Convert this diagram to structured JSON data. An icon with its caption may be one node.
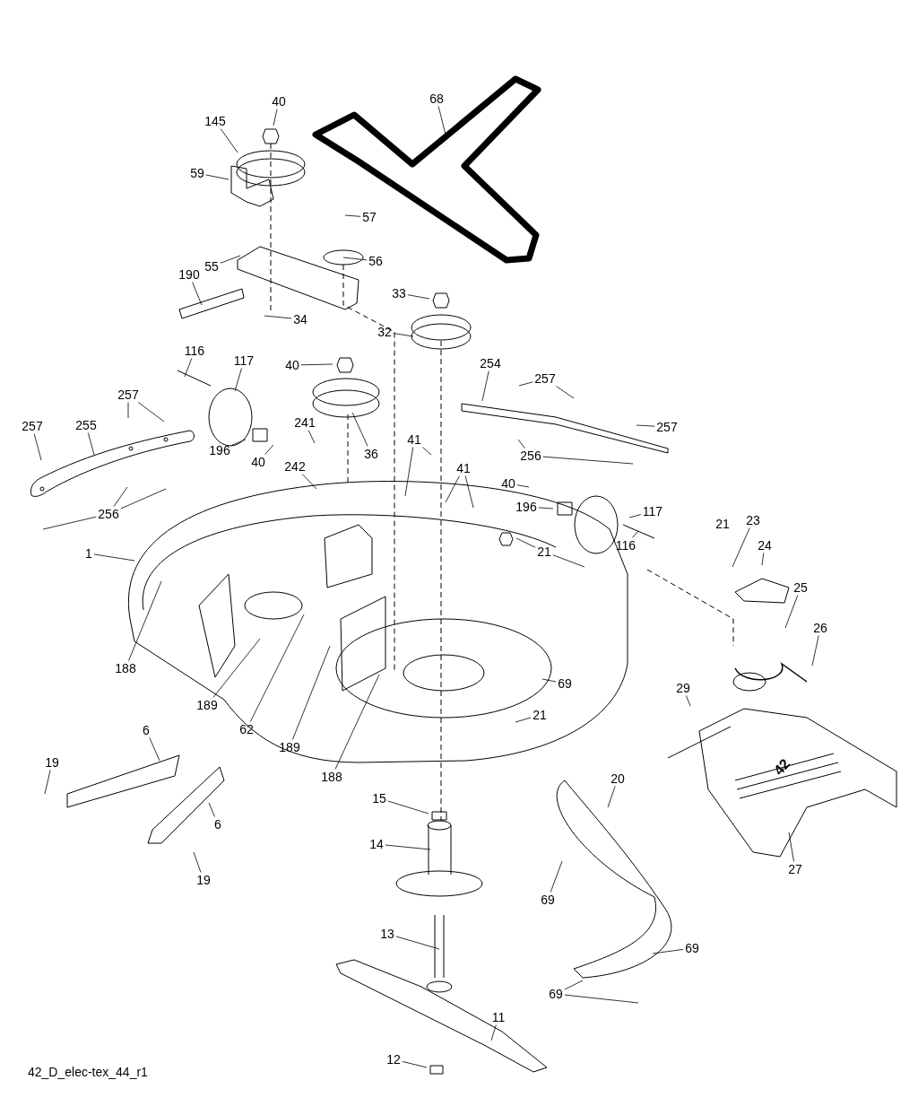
{
  "diagram": {
    "nodes": [
      {
        "text": [
          "40"
        ]
      },
      {
        "text": [
          "145"
        ]
      },
      {
        "text": [
          "68"
        ]
      },
      {
        "text": [
          "59"
        ]
      },
      {
        "text": [
          "57"
        ]
      },
      {
        "text": [
          "55"
        ]
      },
      {
        "text": [
          "56"
        ]
      },
      {
        "text": [
          "33"
        ]
      },
      {
        "text": [
          "190"
        ]
      },
      {
        "text": [
          "34"
        ]
      },
      {
        "text": [
          "32"
        ]
      },
      {
        "text": [
          "254"
        ]
      },
      {
        "text": [
          "116"
        ]
      },
      {
        "text": [
          "117"
        ]
      },
      {
        "text": [
          "40"
        ]
      },
      {
        "text": [
          "257"
        ]
      },
      {
        "text": [
          "257"
        ]
      },
      {
        "text": [
          "257"
        ]
      },
      {
        "text": [
          "255"
        ]
      },
      {
        "text": [
          "257"
        ]
      },
      {
        "text": [
          "241"
        ]
      },
      {
        "text": [
          "196"
        ]
      },
      {
        "text": [
          "40"
        ]
      },
      {
        "text": [
          "36"
        ]
      },
      {
        "text": [
          "41"
        ]
      },
      {
        "text": [
          "256"
        ]
      },
      {
        "text": [
          "41"
        ]
      },
      {
        "text": [
          "242"
        ]
      },
      {
        "text": [
          "256"
        ]
      },
      {
        "text": [
          "40"
        ]
      },
      {
        "text": [
          "196"
        ]
      },
      {
        "text": [
          "117"
        ]
      },
      {
        "text": [
          "116"
        ]
      },
      {
        "text": [
          "21"
        ]
      },
      {
        "text": [
          "23"
        ]
      },
      {
        "text": [
          "1"
        ]
      },
      {
        "text": [
          "21"
        ]
      },
      {
        "text": [
          "24"
        ]
      },
      {
        "text": [
          "25"
        ]
      },
      {
        "text": [
          "26"
        ]
      },
      {
        "text": [
          "188"
        ]
      },
      {
        "text": [
          "69"
        ]
      },
      {
        "text": [
          "29"
        ]
      },
      {
        "text": [
          "189"
        ]
      },
      {
        "text": [
          "62"
        ]
      },
      {
        "text": [
          "21"
        ]
      },
      {
        "text": [
          "189"
        ]
      },
      {
        "text": [
          "188"
        ]
      },
      {
        "text": [
          "6"
        ]
      },
      {
        "text": [
          "20"
        ]
      },
      {
        "text": [
          "19"
        ]
      },
      {
        "text": [
          "6"
        ]
      },
      {
        "text": [
          "27"
        ]
      },
      {
        "text": [
          "15"
        ]
      },
      {
        "text": [
          "14"
        ]
      },
      {
        "text": [
          "69"
        ]
      },
      {
        "text": [
          "19"
        ]
      },
      {
        "text": [
          "13"
        ]
      },
      {
        "text": [
          "69"
        ]
      },
      {
        "text": [
          "69"
        ]
      },
      {
        "text": [
          "11"
        ]
      },
      {
        "text": [
          "12"
        ]
      }
    ],
    "edges": [
      {
        "from": 0,
        "to": null,
        "arrow": "none"
      },
      {
        "from": 1,
        "to": null,
        "arrow": "none"
      },
      {
        "from": 2,
        "to": null,
        "arrow": "none"
      },
      {
        "from": 3,
        "to": null,
        "arrow": "none"
      },
      {
        "from": 4,
        "to": null,
        "arrow": "none"
      },
      {
        "from": 5,
        "to": null,
        "arrow": "none"
      },
      {
        "from": 6,
        "to": null,
        "arrow": "none"
      },
      {
        "from": 7,
        "to": null,
        "arrow": "none"
      },
      {
        "from": 8,
        "to": null,
        "arrow": "none"
      },
      {
        "from": 9,
        "to": null,
        "arrow": "none"
      },
      {
        "from": 10,
        "to": null,
        "arrow": "none"
      },
      {
        "from": 11,
        "to": null,
        "arrow": "none"
      },
      {
        "from": 12,
        "to": null,
        "arrow": "none"
      },
      {
        "from": 13,
        "to": null,
        "arrow": "none"
      },
      {
        "from": 14,
        "to": null,
        "arrow": "none"
      },
      {
        "from": 15,
        "to": null,
        "arrow": "none"
      },
      {
        "from": 15,
        "to": null,
        "arrow": "none"
      },
      {
        "from": 16,
        "to": null,
        "arrow": "none"
      },
      {
        "from": 16,
        "to": null,
        "arrow": "none"
      },
      {
        "from": 17,
        "to": null,
        "arrow": "none"
      },
      {
        "from": 18,
        "to": null,
        "arrow": "none"
      },
      {
        "from": 19,
        "to": null,
        "arrow": "none"
      },
      {
        "from": 20,
        "to": null,
        "arrow": "none"
      },
      {
        "from": 21,
        "to": null,
        "arrow": "none"
      },
      {
        "from": 22,
        "to": null,
        "arrow": "none"
      },
      {
        "from": 23,
        "to": null,
        "arrow": "none"
      },
      {
        "from": 24,
        "to": null,
        "arrow": "none"
      },
      {
        "from": 24,
        "to": null,
        "arrow": "none"
      },
      {
        "from": 25,
        "to": null,
        "arrow": "none"
      },
      {
        "from": 25,
        "to": null,
        "arrow": "none"
      },
      {
        "from": 26,
        "to": null,
        "arrow": "none"
      },
      {
        "from": 26,
        "to": null,
        "arrow": "none"
      },
      {
        "from": 27,
        "to": null,
        "arrow": "none"
      },
      {
        "from": 28,
        "to": null,
        "arrow": "none"
      },
      {
        "from": 28,
        "to": null,
        "arrow": "none"
      },
      {
        "from": 28,
        "to": null,
        "arrow": "none"
      },
      {
        "from": 29,
        "to": null,
        "arrow": "none"
      },
      {
        "from": 30,
        "to": null,
        "arrow": "none"
      },
      {
        "from": 31,
        "to": null,
        "arrow": "none"
      },
      {
        "from": 32,
        "to": null,
        "arrow": "none"
      },
      {
        "from": 34,
        "to": null,
        "arrow": "none"
      },
      {
        "from": 35,
        "to": null,
        "arrow": "none"
      },
      {
        "from": 36,
        "to": null,
        "arrow": "none"
      },
      {
        "from": 36,
        "to": null,
        "arrow": "none"
      },
      {
        "from": 37,
        "to": null,
        "arrow": "none"
      },
      {
        "from": 38,
        "to": null,
        "arrow": "none"
      },
      {
        "from": 39,
        "to": null,
        "arrow": "none"
      },
      {
        "from": 40,
        "to": null,
        "arrow": "none"
      },
      {
        "from": 41,
        "to": null,
        "arrow": "none"
      },
      {
        "from": 42,
        "to": null,
        "arrow": "none"
      },
      {
        "from": 43,
        "to": null,
        "arrow": "none"
      },
      {
        "from": 44,
        "to": null,
        "arrow": "none"
      },
      {
        "from": 45,
        "to": null,
        "arrow": "none"
      },
      {
        "from": 46,
        "to": null,
        "arrow": "none"
      },
      {
        "from": 47,
        "to": null,
        "arrow": "none"
      },
      {
        "from": 48,
        "to": null,
        "arrow": "none"
      },
      {
        "from": 49,
        "to": null,
        "arrow": "none"
      },
      {
        "from": 50,
        "to": null,
        "arrow": "none"
      },
      {
        "from": 51,
        "to": null,
        "arrow": "none"
      },
      {
        "from": 52,
        "to": null,
        "arrow": "none"
      },
      {
        "from": 53,
        "to": null,
        "arrow": "none"
      },
      {
        "from": 54,
        "to": null,
        "arrow": "none"
      },
      {
        "from": 55,
        "to": null,
        "arrow": "none"
      },
      {
        "from": 56,
        "to": null,
        "arrow": "none"
      },
      {
        "from": 57,
        "to": null,
        "arrow": "none"
      },
      {
        "from": 58,
        "to": null,
        "arrow": "none"
      },
      {
        "from": 59,
        "to": null,
        "arrow": "none"
      },
      {
        "from": 59,
        "to": null,
        "arrow": "none"
      },
      {
        "from": 60,
        "to": null,
        "arrow": "none"
      },
      {
        "from": 61,
        "to": null,
        "arrow": "none"
      }
    ],
    "labels": [
      "42",
      "42_D_elec-tex_44_r1"
    ]
  }
}
